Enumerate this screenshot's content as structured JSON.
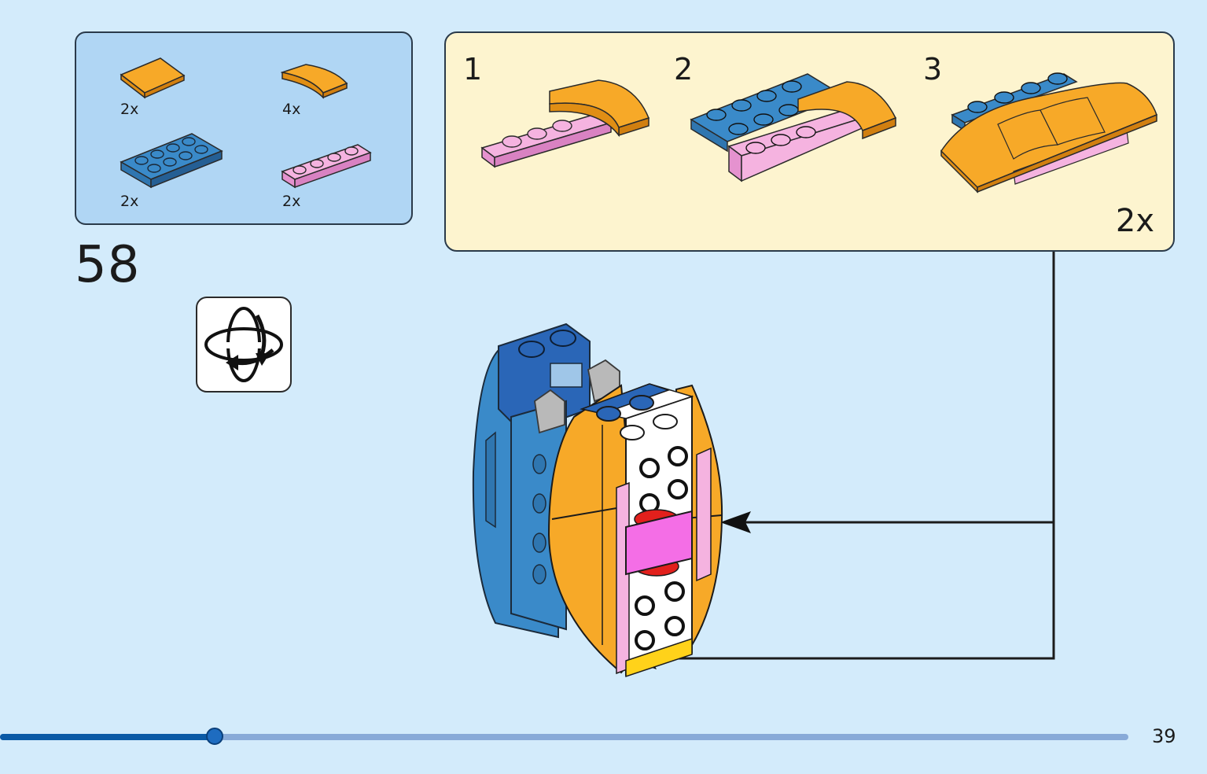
{
  "parts_list": {
    "items": [
      {
        "name": "orange-curved-tile",
        "color": "#f7a928",
        "count": "2x"
      },
      {
        "name": "orange-curved-slope",
        "color": "#f7a928",
        "count": "4x"
      },
      {
        "name": "blue-plate-2x4",
        "color": "#3a8ac9",
        "count": "2x"
      },
      {
        "name": "pink-plate-1x4",
        "color": "#f5b3e0",
        "count": "2x"
      }
    ]
  },
  "step": {
    "number": "58"
  },
  "rotate_icon": "rotate-model-icon",
  "sub_assembly": {
    "steps": [
      "1",
      "2",
      "3"
    ],
    "multiplier": "2x"
  },
  "progress": {
    "fraction": 0.19
  },
  "page": {
    "number": "39"
  },
  "colors": {
    "background": "#d3ebfb",
    "parts_box": "#b0d6f4",
    "sub_box": "#fdf4cf",
    "orange": "#f7a928",
    "blue": "#3a8ac9",
    "dark_blue": "#2a66b7",
    "pink": "#f5b3e0",
    "magenta": "#f46ee6"
  }
}
